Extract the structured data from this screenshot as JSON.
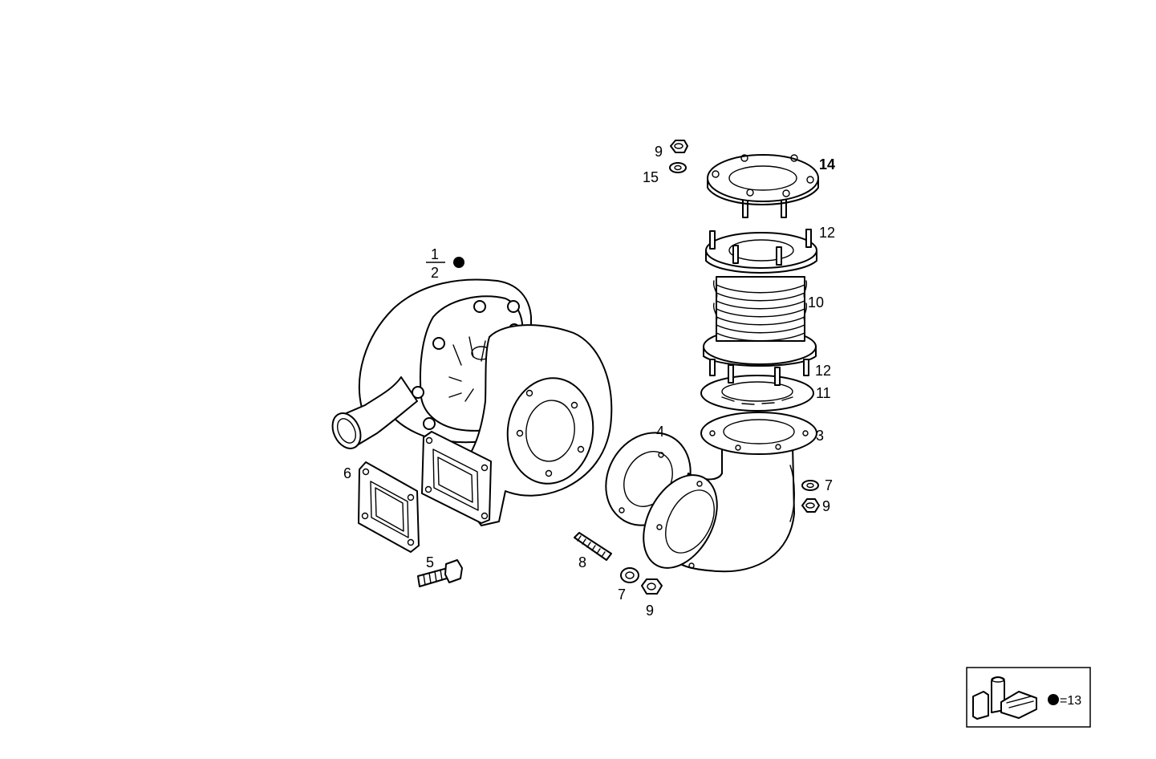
{
  "diagram": {
    "callouts": {
      "c1": "1",
      "c2": "2",
      "c3": "3",
      "c4": "4",
      "c5": "5",
      "c6": "6",
      "c7a": "7",
      "c7b": "7",
      "c8": "8",
      "c9a": "9",
      "c9b": "9",
      "c9c": "9",
      "c10": "10",
      "c11": "11",
      "c12a": "12",
      "c12b": "12",
      "c14": "14",
      "c15": "15"
    },
    "legend": {
      "label": "=13"
    }
  }
}
